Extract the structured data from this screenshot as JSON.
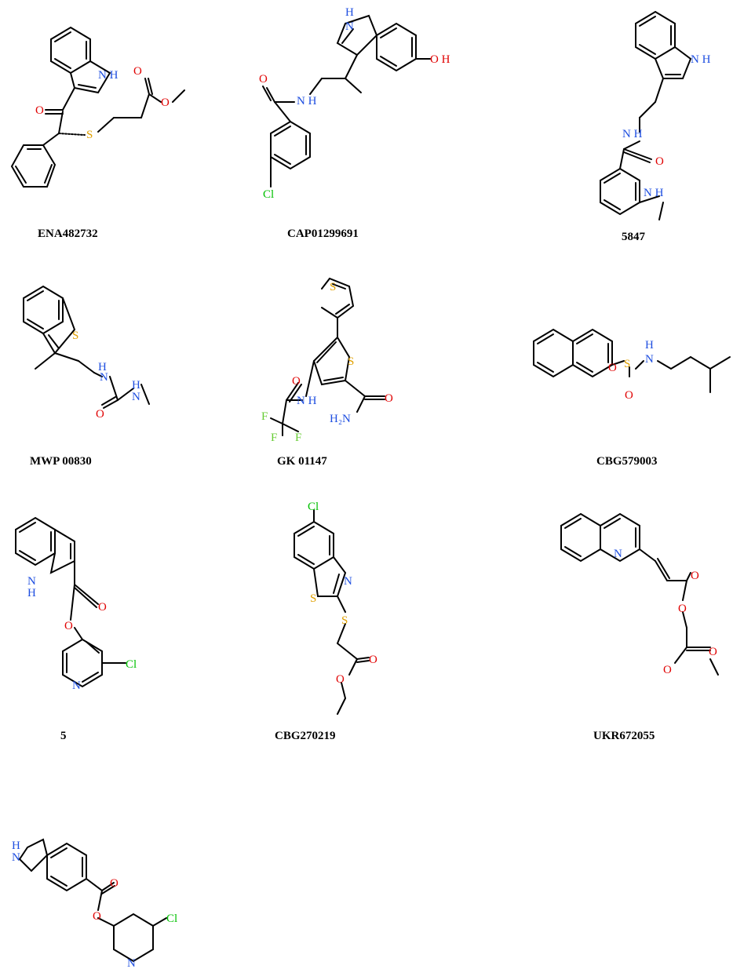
{
  "compounds": [
    {
      "id": "c1",
      "label": "ENA482732"
    },
    {
      "id": "c2",
      "label": "CAP01299691"
    },
    {
      "id": "c3",
      "label": "5847"
    },
    {
      "id": "c4",
      "label": "MWP 00830"
    },
    {
      "id": "c5",
      "label": "GK 01147"
    },
    {
      "id": "c6",
      "label": "CBG579003"
    },
    {
      "id": "c7",
      "label": "5"
    },
    {
      "id": "c8",
      "label": "CBG270219"
    },
    {
      "id": "c9",
      "label": "UKR672055"
    },
    {
      "id": "c10",
      "label": ""
    }
  ],
  "atom_text": {
    "NH": "N H",
    "H": "H",
    "N": "N",
    "O": "O",
    "S": "S",
    "Cl": "Cl",
    "OH": "O H",
    "H2N": "H₂N",
    "F": "F",
    "NH_me": "N H"
  },
  "colors": {
    "nitrogen": "#1f4fe0",
    "oxygen": "#e00000",
    "sulfur": "#e0a000",
    "chlorine": "#00c000",
    "fluorine": "#66cc33",
    "bond": "#000000"
  }
}
